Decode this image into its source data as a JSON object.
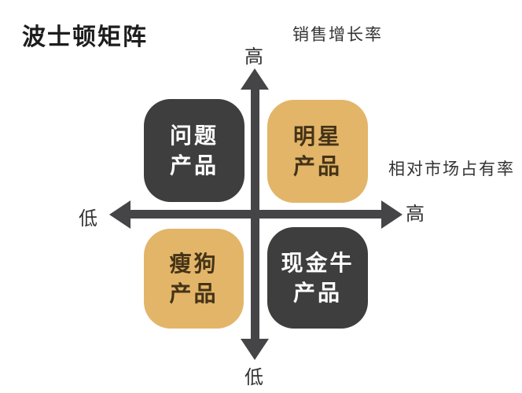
{
  "title": "波士顿矩阵",
  "axes": {
    "vertical_label": "销售增长率",
    "horizontal_label": "相对市场占有率",
    "top_tick": "高",
    "bottom_tick": "低",
    "left_tick": "低",
    "right_tick": "高"
  },
  "quadrants": [
    {
      "id": "question",
      "line1": "问题",
      "line2": "产品",
      "style": "dark",
      "position": "top-left"
    },
    {
      "id": "star",
      "line1": "明星",
      "line2": "产品",
      "style": "gold",
      "position": "top-right"
    },
    {
      "id": "dog",
      "line1": "瘦狗",
      "line2": "产品",
      "style": "gold",
      "position": "bottom-left"
    },
    {
      "id": "cashcow",
      "line1": "现金牛",
      "line2": "产品",
      "style": "dark",
      "position": "bottom-right"
    }
  ],
  "colors": {
    "dark_box": "#3e3e3e",
    "gold_box": "#e3b569",
    "dark_box_text": "#ffffff",
    "gold_box_text": "#443317",
    "axis": "#454547",
    "title_text": "#1d1d1d",
    "label_text": "#333333",
    "background": "#ffffff"
  }
}
